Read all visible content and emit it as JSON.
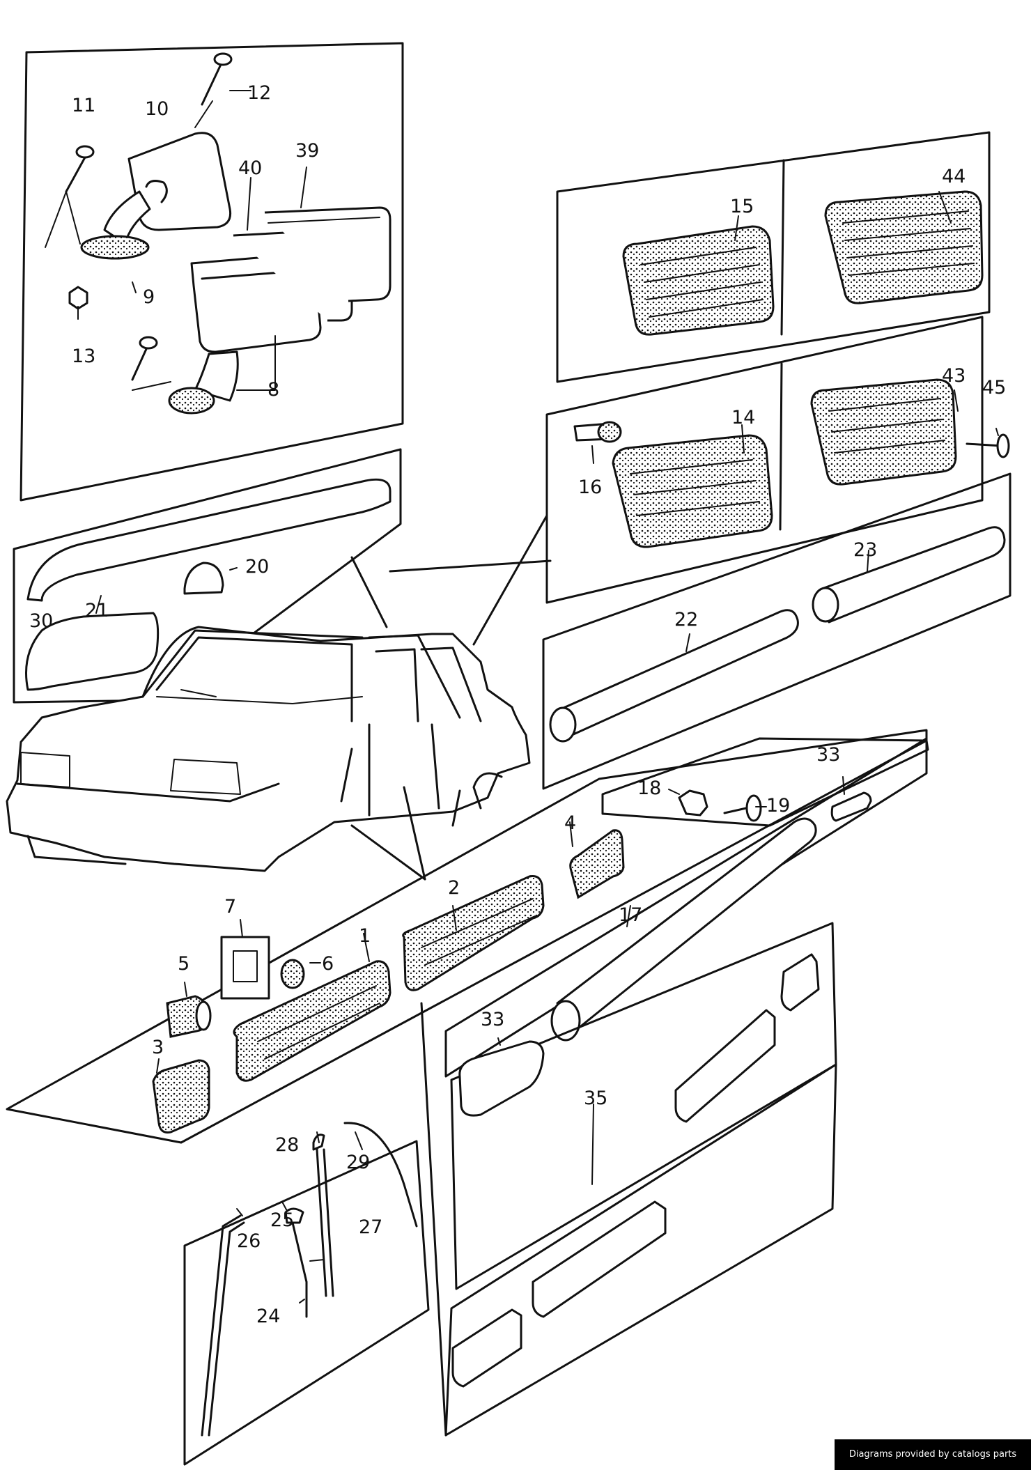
{
  "diagram": {
    "labels": [
      "1",
      "2",
      "3",
      "4",
      "5",
      "6",
      "7",
      "8",
      "9",
      "10",
      "11",
      "12",
      "13",
      "14",
      "15",
      "16",
      "17",
      "18",
      "19",
      "20",
      "21",
      "22",
      "23",
      "24",
      "25",
      "26",
      "27",
      "28",
      "29",
      "30",
      "33",
      "33",
      "35",
      "39",
      "40",
      "43",
      "44",
      "45"
    ]
  },
  "footer": {
    "credit": "Diagrams provided by catalogs parts"
  }
}
